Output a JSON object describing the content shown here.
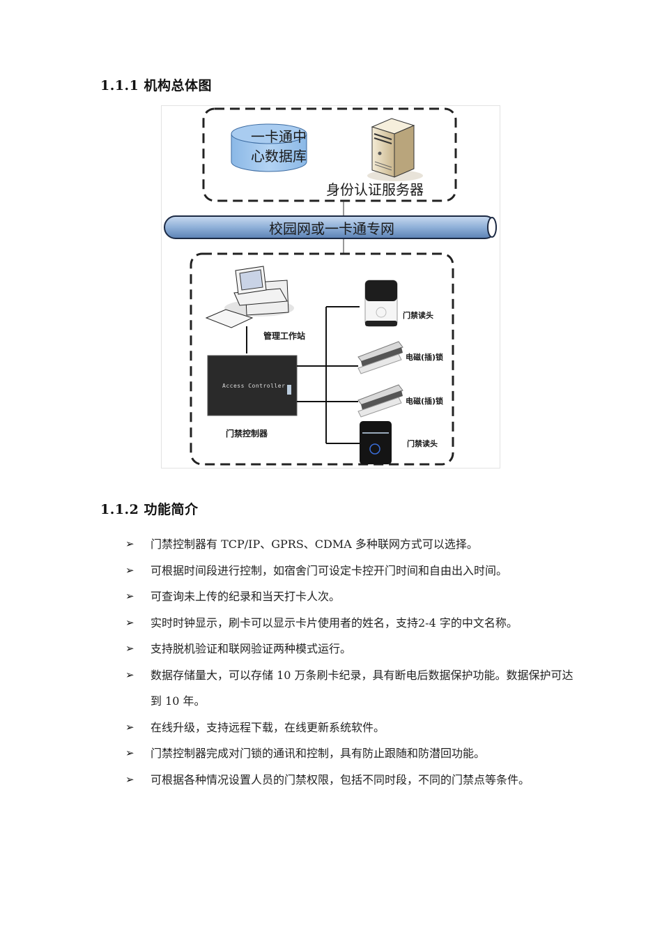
{
  "sections": [
    {
      "heading": "1.1.1 机构总体图"
    },
    {
      "heading": "1.1.2 功能简介"
    }
  ],
  "diagram": {
    "top_group": {
      "database_label_line1": "一卡通中",
      "database_label_line2": "心数据库",
      "server_label": "身份认证服务器"
    },
    "network_label": "校园网或一卡通专网",
    "bottom_group": {
      "workstation_label": "管理工作站",
      "controller_label": "门禁控制器",
      "controller_device_text": "Access Controller",
      "devices": [
        {
          "label": "门禁读头",
          "type": "white-card-reader"
        },
        {
          "label": "电磁(插)锁",
          "type": "magnetic-lock"
        },
        {
          "label": "电磁(插)锁",
          "type": "magnetic-lock"
        },
        {
          "label": "门禁读头",
          "type": "black-card-reader"
        }
      ]
    },
    "colors": {
      "database_fill": "#9dc3e6",
      "network_pipe_fill": "#8fb0d8",
      "dashed_border": "#222222",
      "server_body": "#e8dcc0"
    }
  },
  "features": [
    {
      "text": "门禁控制器有 TCP/IP、GPRS、CDMA 多种联网方式可以选择。"
    },
    {
      "text": "可根据时间段进行控制，如宿舍门可设定卡控开门时间和自由出入时间。"
    },
    {
      "text": "可查询未上传的纪录和当天打卡人次。"
    },
    {
      "text": "实时时钟显示，刷卡可以显示卡片使用者的姓名，支持2-4 字的中文名称。"
    },
    {
      "text": "支持脱机验证和联网验证两种模式运行。"
    },
    {
      "text": "数据存储量大，可以存储 10 万条刷卡纪录，具有断电后数据保护功能。数据保护可达到 10 年。"
    },
    {
      "text": "在线升级，支持远程下载，在线更新系统软件。"
    },
    {
      "text": "门禁控制器完成对门锁的通讯和控制，具有防止跟随和防潜回功能。"
    },
    {
      "text": "可根据各种情况设置人员的门禁权限，包括不同时段，不同的门禁点等条件。"
    }
  ],
  "bullet_glyph": "➢"
}
